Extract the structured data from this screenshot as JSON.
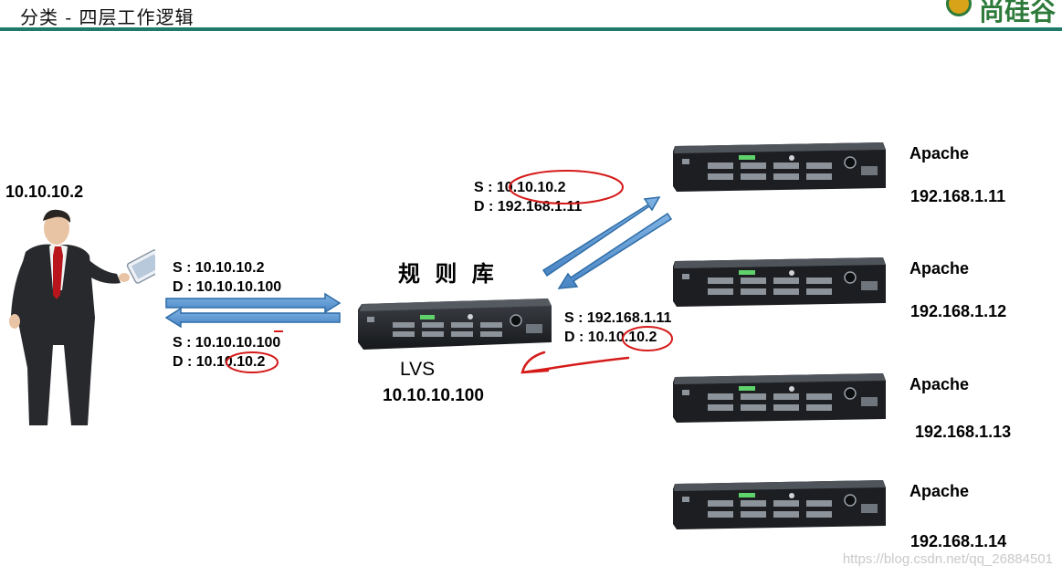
{
  "slide": {
    "title": "分类  -  四层工作逻辑",
    "logo_text": "尚硅谷",
    "watermark": "https://blog.csdn.net/qq_26884501"
  },
  "client": {
    "ip": "10.10.10.2"
  },
  "request_packet": {
    "src": "S : 10.10.10.2",
    "dst": "D : 10.10.10.100"
  },
  "response_packet": {
    "src": "S : 10.10.10.100",
    "dst": "D : 10.10.10.2"
  },
  "lvs": {
    "rules_label": "规 则 库",
    "name": "LVS",
    "ip": "10.10.10.100"
  },
  "forward_packet": {
    "src": "S : 10.10.10.2",
    "dst": "D : 192.168.1.11"
  },
  "return_packet": {
    "src": "S : 192.168.1.11",
    "dst": "D : 10.10.10.2"
  },
  "servers": [
    {
      "name": "Apache",
      "ip": "192.168.1.11"
    },
    {
      "name": "Apache",
      "ip": "192.168.1.12"
    },
    {
      "name": "Apache",
      "ip": "192.168.1.13"
    },
    {
      "name": "Apache",
      "ip": "192.168.1.14"
    }
  ],
  "colors": {
    "arrow_fill": "#5b9bd5",
    "arrow_stroke": "#2e6ca6",
    "annotation_red": "#d61a1a",
    "accent_line": "#1f7a6a"
  }
}
